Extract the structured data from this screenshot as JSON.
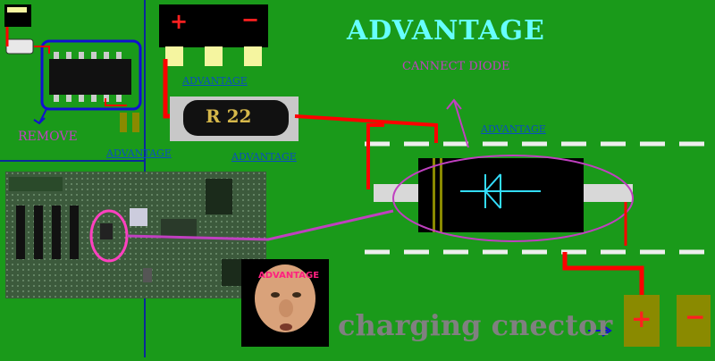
{
  "title": "ADVANTAGE",
  "labels": {
    "remove": "REMOVE",
    "connect_diode": "CANNECT DIODE",
    "charging_connector": "charging cnector",
    "resistor": "R 22",
    "face_caption": "ADVANTAGE",
    "plus": "+",
    "minus": "−"
  },
  "watermarks": [
    "ADVANTAGE",
    "ADVANTAGE",
    "ADVANTAGE",
    "ADVANTAGE"
  ],
  "colors": {
    "background": "#1a9a1a",
    "title": "#66ffff",
    "trace": "#ff0000",
    "annotation": "#c040c0",
    "highlight_box": "#1010d0",
    "diode_symbol": "#33ddff",
    "pad": "#8a8a00"
  }
}
